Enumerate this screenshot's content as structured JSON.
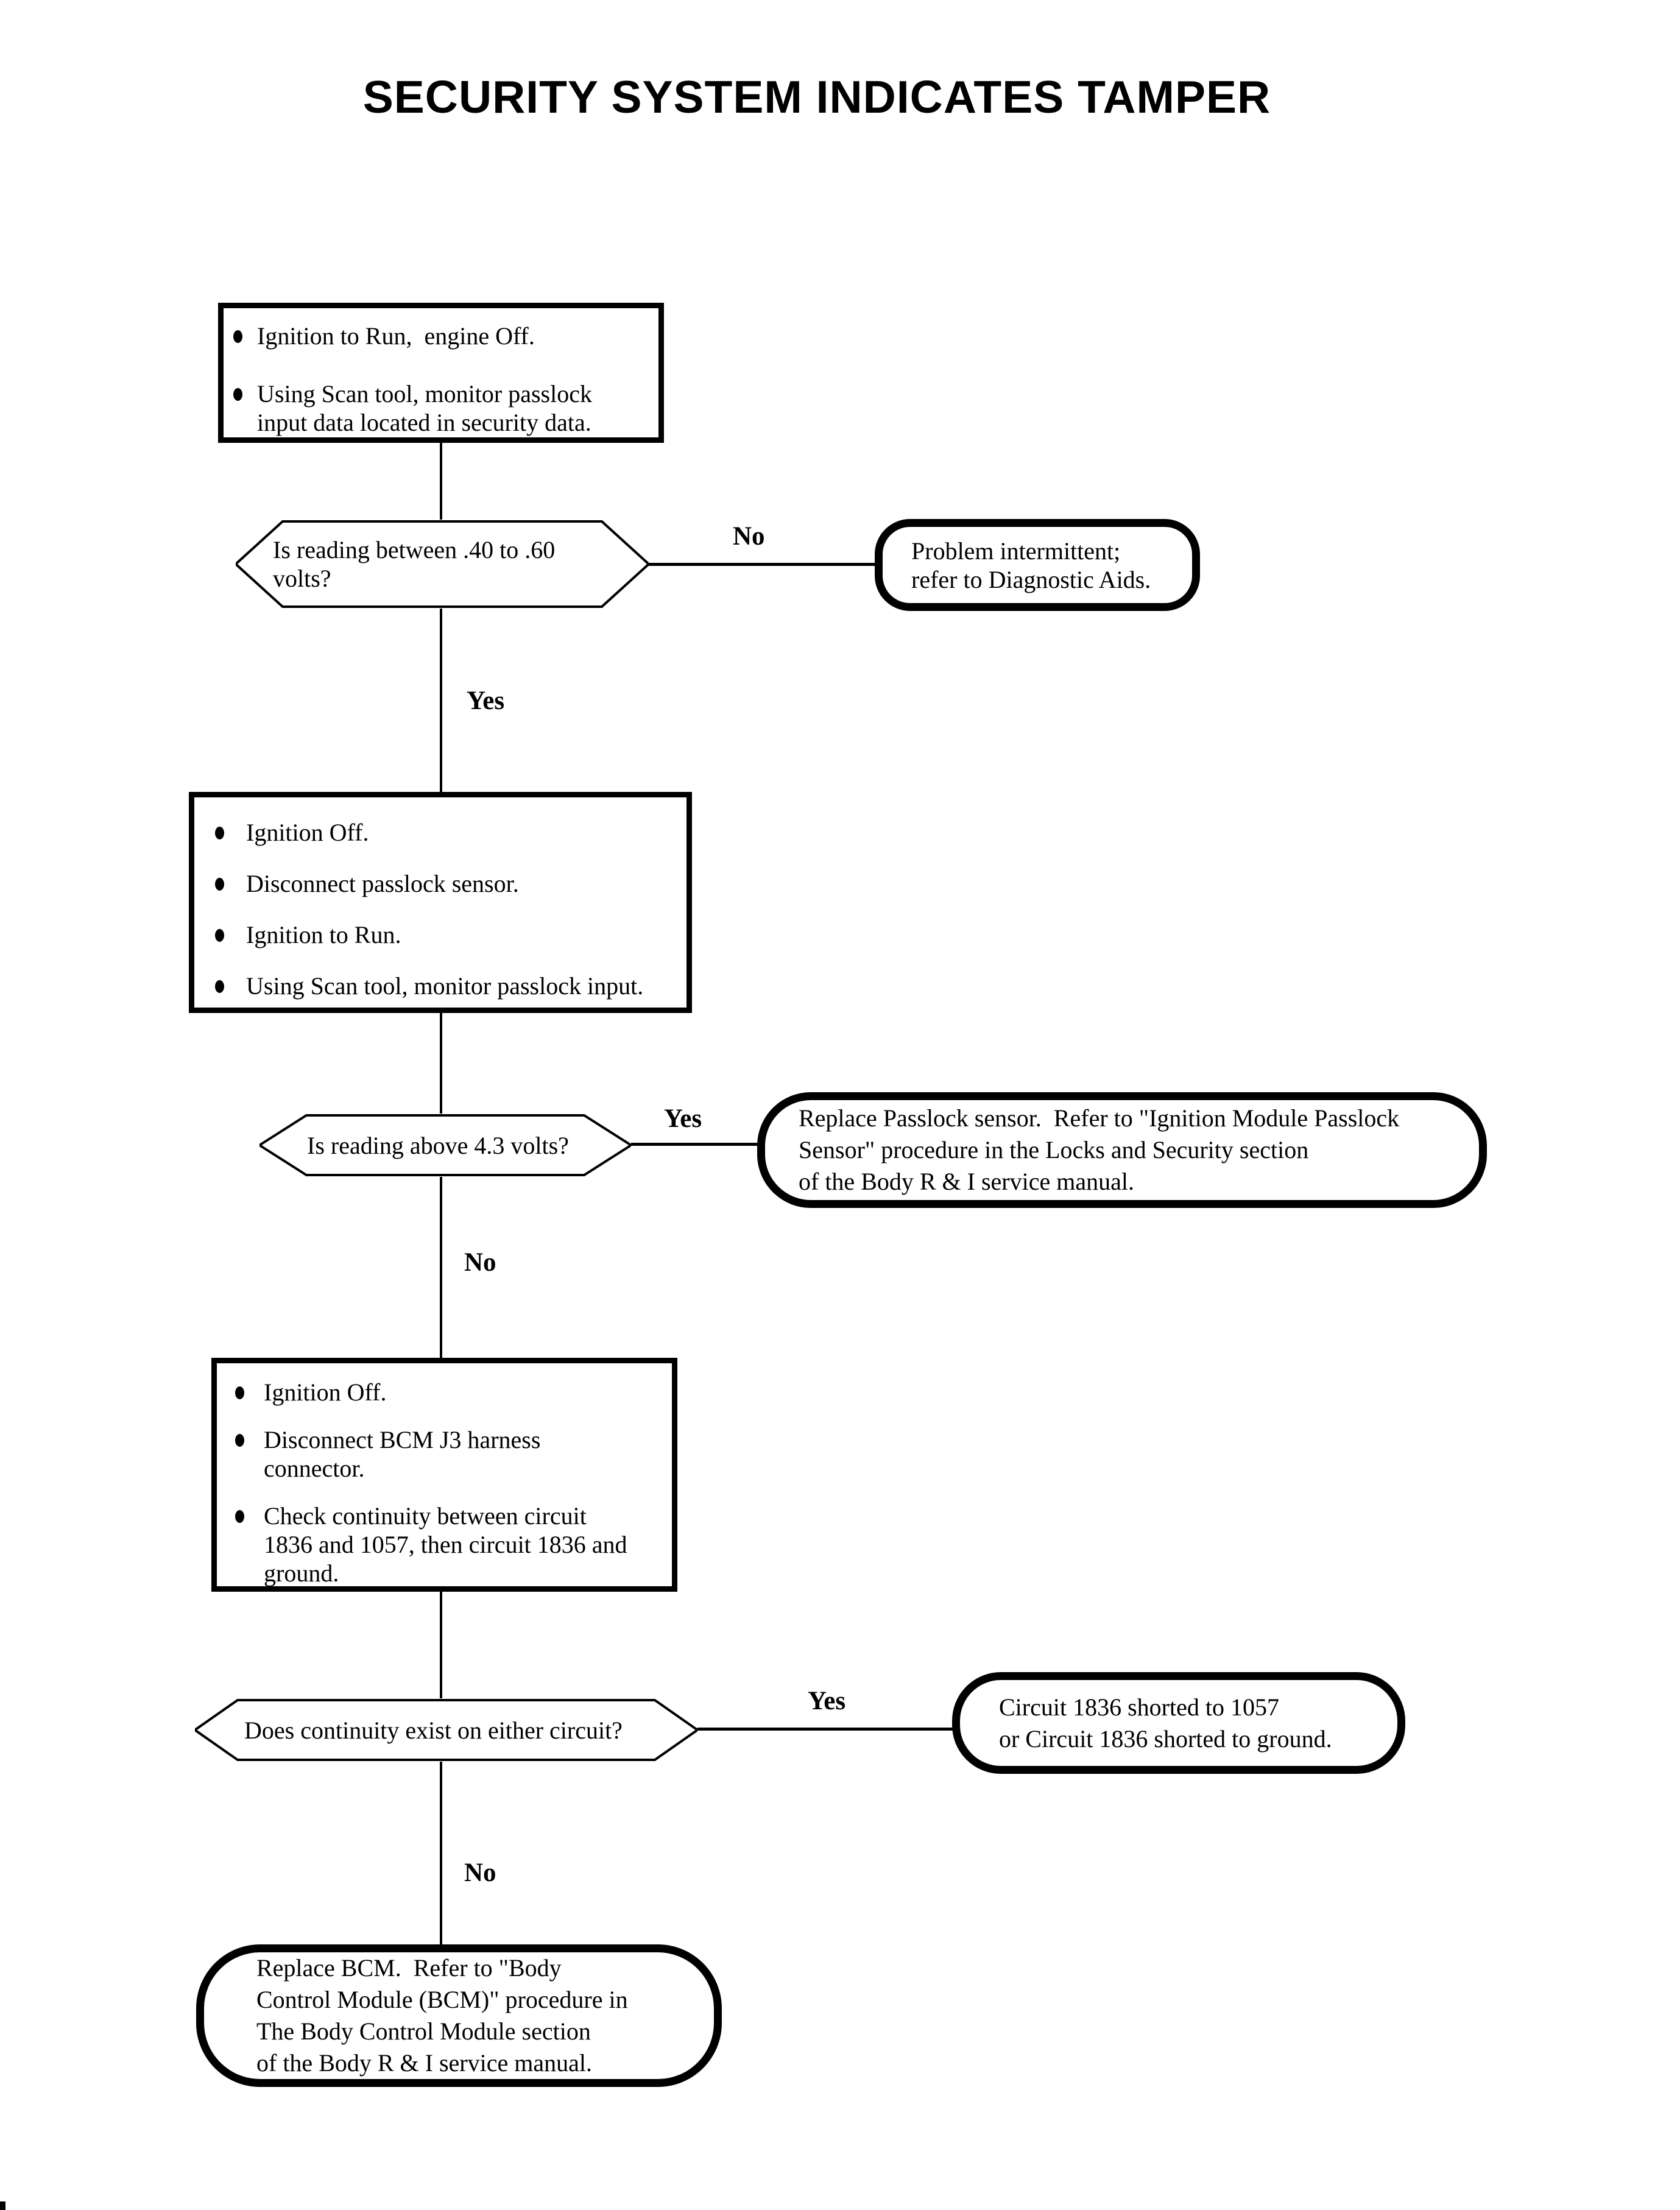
{
  "title": "SECURITY SYSTEM INDICATES TAMPER",
  "colors": {
    "ink": "#000000",
    "background": "#ffffff"
  },
  "labels": {
    "yes": "Yes",
    "no": "No"
  },
  "flow": {
    "step1": {
      "type": "process",
      "bullets": [
        "Ignition to Run,  engine Off.",
        "Using Scan tool, monitor passlock\ninput data located in security data."
      ]
    },
    "decision1": {
      "type": "decision",
      "question": "Is reading between .40 to .60\nvolts?"
    },
    "result_intermittent": {
      "type": "terminal",
      "text": "Problem intermittent;\nrefer to Diagnostic Aids."
    },
    "step2": {
      "type": "process",
      "bullets": [
        "Ignition Off.",
        "Disconnect passlock sensor.",
        "Ignition to Run.",
        "Using Scan tool, monitor passlock input."
      ]
    },
    "decision2": {
      "type": "decision",
      "question": "Is reading above 4.3 volts?"
    },
    "result_replace_sensor": {
      "type": "terminal",
      "text": "Replace Passlock sensor.  Refer to \"Ignition Module Passlock\nSensor\" procedure in the Locks and Security section\nof the Body R & I service manual."
    },
    "step3": {
      "type": "process",
      "bullets": [
        "Ignition Off.",
        "Disconnect BCM J3 harness\nconnector.",
        "Check continuity between circuit\n1836 and 1057, then circuit 1836 and\nground."
      ]
    },
    "decision3": {
      "type": "decision",
      "question": "Does continuity exist on either circuit?"
    },
    "result_short": {
      "type": "terminal",
      "text": "Circuit 1836 shorted to 1057\nor Circuit 1836 shorted to ground."
    },
    "result_replace_bcm": {
      "type": "terminal",
      "text": "Replace BCM.  Refer to \"Body\nControl Module (BCM)\" procedure in\nThe Body Control Module section\nof the Body R & I service manual."
    }
  },
  "edges": [
    {
      "from": "step1",
      "to": "decision1",
      "label": ""
    },
    {
      "from": "decision1",
      "to": "result_intermittent",
      "label": "No"
    },
    {
      "from": "decision1",
      "to": "step2",
      "label": "Yes"
    },
    {
      "from": "step2",
      "to": "decision2",
      "label": ""
    },
    {
      "from": "decision2",
      "to": "result_replace_sensor",
      "label": "Yes"
    },
    {
      "from": "decision2",
      "to": "step3",
      "label": "No"
    },
    {
      "from": "step3",
      "to": "decision3",
      "label": ""
    },
    {
      "from": "decision3",
      "to": "result_short",
      "label": "Yes"
    },
    {
      "from": "decision3",
      "to": "result_replace_bcm",
      "label": "No"
    }
  ]
}
